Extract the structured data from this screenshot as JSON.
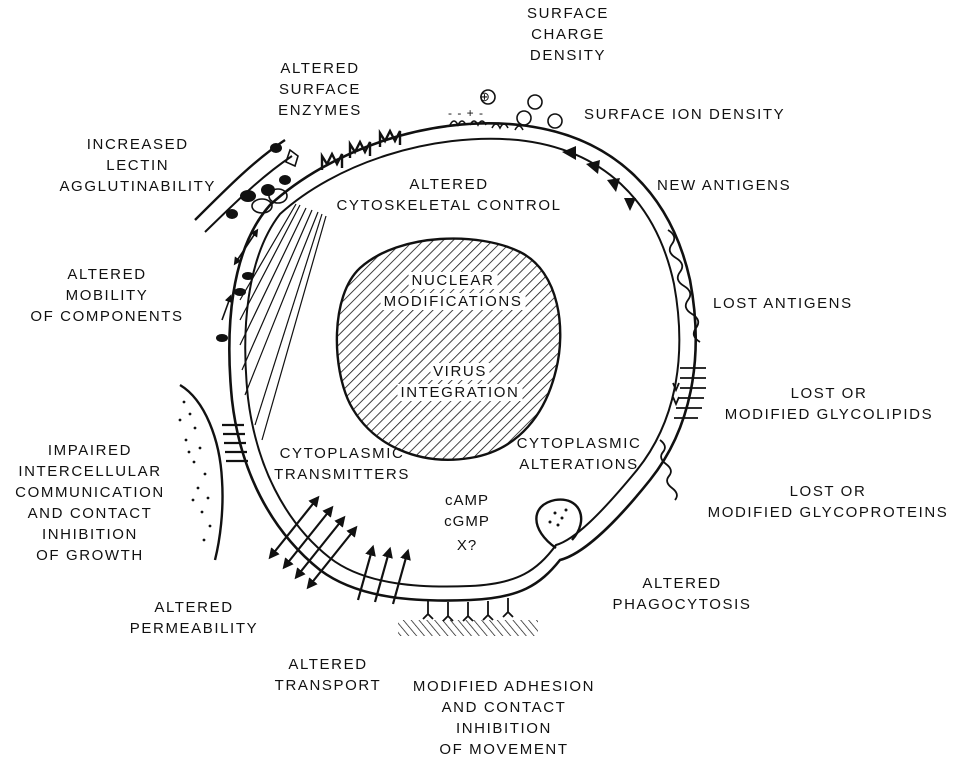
{
  "labels": {
    "surface_charge_density": [
      "SURFACE",
      "CHARGE",
      "DENSITY"
    ],
    "altered_surface_enzymes": [
      "ALTERED",
      "SURFACE",
      "ENZYMES"
    ],
    "surface_ion_density": [
      "SURFACE ION DENSITY"
    ],
    "increased_lectin": [
      "INCREASED",
      "LECTIN",
      "AGGLUTINABILITY"
    ],
    "altered_cytoskeletal": [
      "ALTERED",
      "CYTOSKELETAL CONTROL"
    ],
    "new_antigens": [
      "NEW ANTIGENS"
    ],
    "altered_mobility": [
      "ALTERED",
      "MOBILITY",
      "OF COMPONENTS"
    ],
    "nuclear_modifications": [
      "NUCLEAR",
      "MODIFICATIONS"
    ],
    "lost_antigens": [
      "LOST ANTIGENS"
    ],
    "virus_integration": [
      "VIRUS",
      "INTEGRATION"
    ],
    "lost_glycolipids": [
      "LOST OR",
      "MODIFIED GLYCOLIPIDS"
    ],
    "impaired_communication": [
      "IMPAIRED",
      "INTERCELLULAR",
      "COMMUNICATION",
      "AND CONTACT",
      "INHIBITION",
      "OF GROWTH"
    ],
    "cytoplasmic_transmitters": [
      "CYTOPLASMIC",
      "TRANSMITTERS"
    ],
    "cytoplasmic_alterations": [
      "CYTOPLASMIC",
      "ALTERATIONS"
    ],
    "second_messengers": [
      "cAMP",
      "cGMP",
      "X?"
    ],
    "lost_glycoproteins": [
      "LOST OR",
      "MODIFIED GLYCOPROTEINS"
    ],
    "altered_phagocytosis": [
      "ALTERED",
      "PHAGOCYTOSIS"
    ],
    "altered_permeability": [
      "ALTERED",
      "PERMEABILITY"
    ],
    "altered_transport": [
      "ALTERED",
      "TRANSPORT"
    ],
    "modified_adhesion": [
      "MODIFIED ADHESION",
      "AND CONTACT",
      "INHIBITION",
      "OF MOVEMENT"
    ]
  },
  "membrane_symbols": {
    "charge_plus": "⊕",
    "ion_signs": "- - + -"
  },
  "colors": {
    "ink": "#111111",
    "background": "#ffffff"
  }
}
